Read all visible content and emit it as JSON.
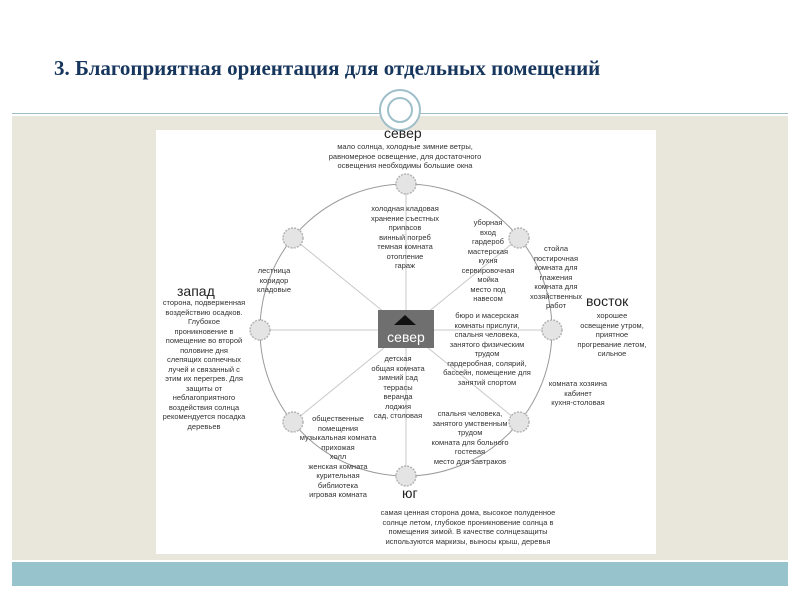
{
  "title": "3. Благоприятная ориентация для отдельных помещений",
  "diagram": {
    "center_label": "север",
    "directions": {
      "north": "север",
      "south": "юг",
      "west": "запад",
      "east": "восток"
    },
    "descriptions": {
      "north": "мало солнца, холодные зимние ветры,\nравномерное освещение, для достаточного\nосвещения необходимы большие окна",
      "south": "самая ценная сторона дома, высокое полуденное\nсолнце летом, глубокое проникновение солнца в\nпомещения зимой. В качестве солнцезащиты\nиспользуются маркизы, выносы крыш, деревья",
      "west": "сторона, подверженная\nвоздействию осадков.\nГлубокое\nпроникновение в\nпомещение во второй\nполовине дня\nслепящих солнечных\nлучей и связанный с\nэтим их перегрев. Для\nзащиты от\nнеблагоприятного\nвоздействия солнца\nрекомендуется посадка\nдеревьев",
      "east": "хорошее\nосвещение утром,\nприятное\nпрогревание летом,\nсильное"
    },
    "rooms": {
      "n": "холодная кладовая\nхранение съестных\nприпасов\nвинный погреб\nтемная комната\nотопление\nгараж",
      "ne": "уборная\nвход\nгардероб\nмастерская\nкухня\nсервировочная\nмойка\nместо под\nнавесом",
      "ne_outer": "стойла\nпостирочная\nкомната для\nглажения\nкомната для\nхозяйственных\nработ",
      "nw": "лестница\nкоридор\nкладовые",
      "e": "бюро и масерская\nкомнаты прислуги,\nспальня человека,\nзанятого физическим\nтрудом\nгардеробная, солярий,\nбассейн, помещение для\nзанятий спортом",
      "se_outer": "комната хозяина\nкабинет\nкухня-столовая",
      "se": "спальня человека,\nзанятого умственным\nтрудом\nкомната для больного\nгостевая\nместо для завтраков",
      "s": "детская\nобщая комната\nзимний сад\nтеррасы\nверанда\nлоджия\nсад, столовая",
      "sw": "общественные\nпомещения\nмузыкальная комната\nприхожая\nхолл\nженская комната\nкурительная\nбиблиотека\nигровая комната"
    }
  }
}
